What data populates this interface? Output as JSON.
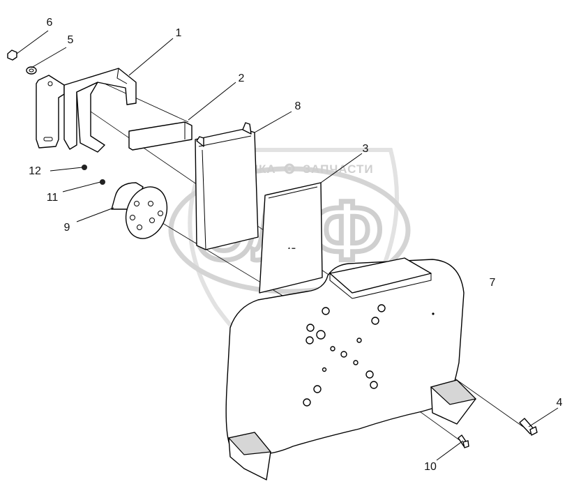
{
  "watermark": {
    "top_text": "ТЕХНИКА",
    "bottom_text": "ЗАПЧАСТИ",
    "monogram": "ЭЛФ",
    "gear_icon": "gear-icon"
  },
  "callouts": [
    {
      "id": "1",
      "label": "1"
    },
    {
      "id": "2",
      "label": "2"
    },
    {
      "id": "3",
      "label": "3"
    },
    {
      "id": "4",
      "label": "4"
    },
    {
      "id": "5",
      "label": "5"
    },
    {
      "id": "6",
      "label": "6"
    },
    {
      "id": "7",
      "label": "7"
    },
    {
      "id": "8",
      "label": "8"
    },
    {
      "id": "9",
      "label": "9"
    },
    {
      "id": "10",
      "label": "10"
    },
    {
      "id": "11",
      "label": "11"
    },
    {
      "id": "12",
      "label": "12"
    }
  ]
}
